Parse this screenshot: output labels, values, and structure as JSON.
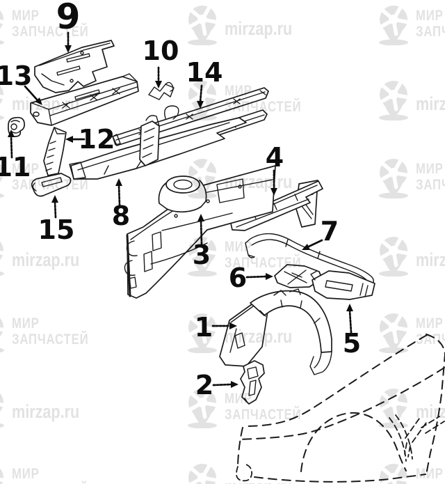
{
  "watermark": {
    "brand_line1": "МИР",
    "brand_line2": "ЗАПЧАСТЕЙ",
    "site": "mirzap.ru",
    "color": "#e2e2e2"
  },
  "diagram": {
    "kind": "exploded-parts-line-drawing",
    "ink_color": "#1a1a1a",
    "callouts": [
      {
        "label": "1"
      },
      {
        "label": "2"
      },
      {
        "label": "3"
      },
      {
        "label": "4"
      },
      {
        "label": "5"
      },
      {
        "label": "6"
      },
      {
        "label": "7"
      },
      {
        "label": "8"
      },
      {
        "label": "9"
      },
      {
        "label": "10"
      },
      {
        "label": "11"
      },
      {
        "label": "12"
      },
      {
        "label": "13"
      },
      {
        "label": "14"
      },
      {
        "label": "15"
      }
    ]
  }
}
